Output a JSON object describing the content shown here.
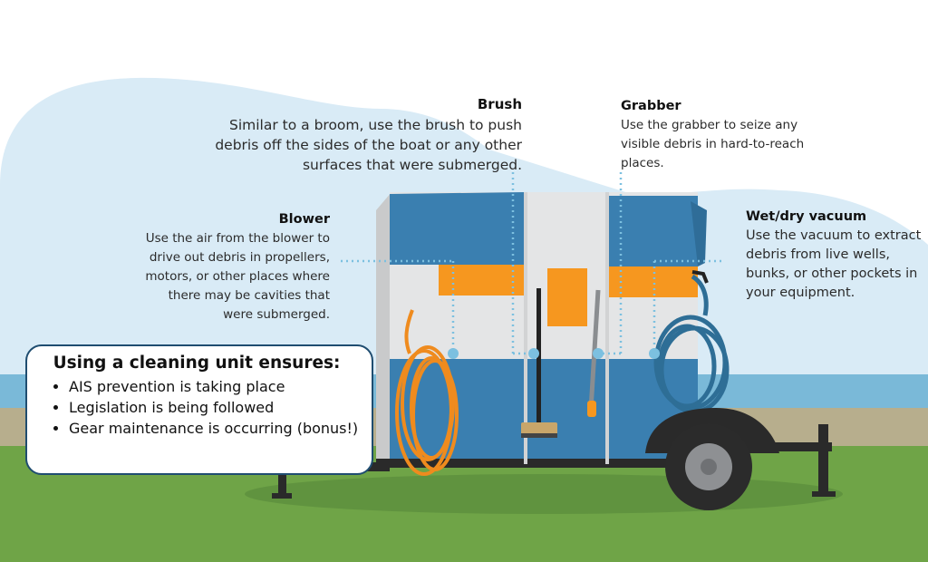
{
  "callouts": {
    "brush": {
      "title": "Brush",
      "description": "Similar to a broom, use the brush to push debris off the sides of the boat or any other surfaces that were submerged."
    },
    "grabber": {
      "title": "Grabber",
      "description": "Use the grabber to seize any visible debris in hard-to-reach places."
    },
    "blower": {
      "title": "Blower",
      "description": "Use the air from the blower to drive out debris in propellers, motors, or other places where there may be cavities that were submerged."
    },
    "vacuum": {
      "title": "Wet/dry vacuum",
      "description": "Use the vacuum to extract debris from live wells, bunks, or other pockets in your equipment."
    }
  },
  "info_box": {
    "heading": "Using a cleaning unit ensures:",
    "items": [
      "AIS prevention is taking place",
      "Legislation is being followed",
      "Gear maintenance is occurring (bonus!)"
    ]
  },
  "colors": {
    "sky": "#d9ebf6",
    "water": "#7ab9d8",
    "sand": "#b7ae8d",
    "grass": "#6fa447",
    "trailer_blue": "#3a7fb0",
    "trailer_panel": "#e4e5e6",
    "accent_orange": "#f6971f",
    "hose_orange": "#ef8b1e",
    "hose_blue": "#2e6e96",
    "guide_dots": "#7cc0e0"
  }
}
